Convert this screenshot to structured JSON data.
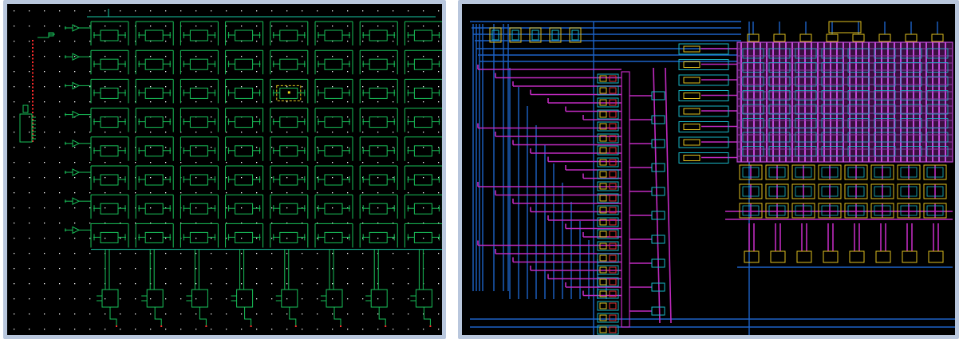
{
  "panels": [
    {
      "id": "schematic",
      "kind": "schematic-view"
    },
    {
      "id": "layout",
      "kind": "layout-view"
    }
  ],
  "schematic": {
    "grid": {
      "rows": 8,
      "cols": 8
    },
    "colors": {
      "background": "#000000",
      "grid_dot": "#ffffff",
      "wire": "#18c7a4",
      "cell": "#19c25a",
      "probe": "#ff2b2b",
      "selection": "#e8d020",
      "bezel": "#b9c7dd"
    },
    "selected_cell": {
      "row": 2,
      "col": 4
    }
  },
  "layout": {
    "colors": {
      "background": "#000000",
      "metal1": "#1d63c8",
      "metal2": "#c02ac0",
      "metal3": "#19b8c8",
      "poly": "#e0c020",
      "diffusion": "#e03030",
      "array": "#c04ad8"
    }
  }
}
